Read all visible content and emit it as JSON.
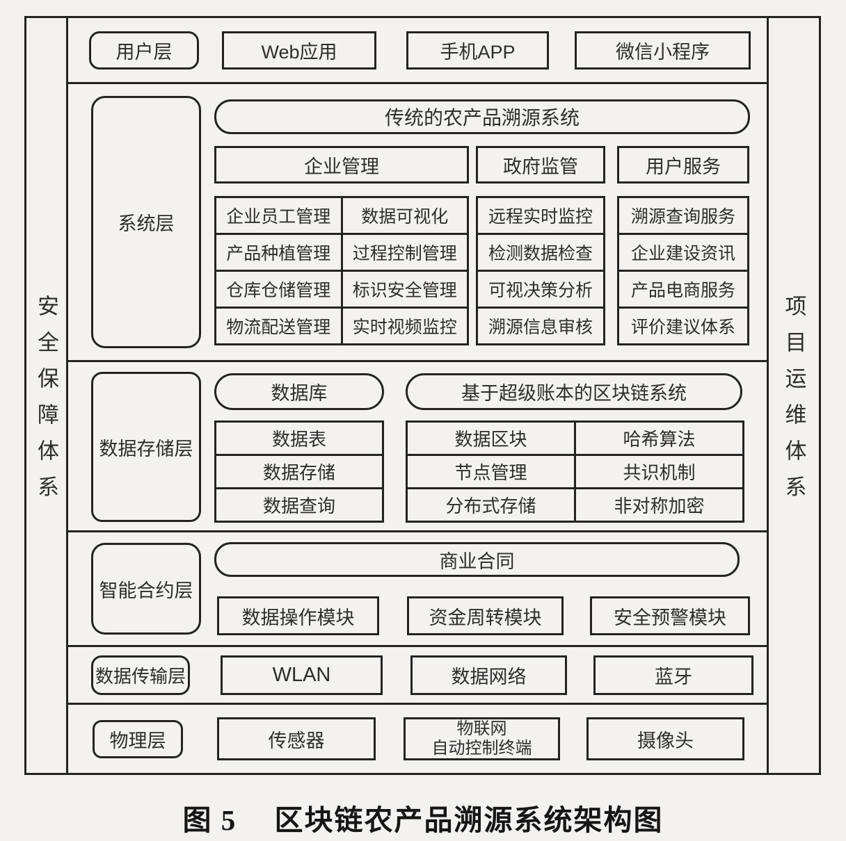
{
  "colors": {
    "background": "#f3f2f0",
    "line": "#232323",
    "text": "#2d2d2d"
  },
  "side_rails": {
    "left_label": "安全保障体系",
    "right_label": "项目运维体系"
  },
  "user_layer": {
    "label": "用户层",
    "items": [
      "Web应用",
      "手机APP",
      "微信小程序"
    ]
  },
  "system_layer": {
    "label": "系统层",
    "banner": "传统的农产品溯源系统",
    "enterprise": {
      "header": "企业管理",
      "rows": [
        [
          "企业员工管理",
          "数据可视化"
        ],
        [
          "产品种植管理",
          "过程控制管理"
        ],
        [
          "仓库仓储管理",
          "标识安全管理"
        ],
        [
          "物流配送管理",
          "实时视频监控"
        ]
      ]
    },
    "government": {
      "header": "政府监管",
      "rows": [
        "远程实时监控",
        "检测数据检查",
        "可视决策分析",
        "溯源信息审核"
      ]
    },
    "user_service": {
      "header": "用户服务",
      "rows": [
        "溯源查询服务",
        "企业建设资讯",
        "产品电商服务",
        "评价建议体系"
      ]
    }
  },
  "storage_layer": {
    "label": "数据存储层",
    "database_banner": "数据库",
    "blockchain_banner": "基于超级账本的区块链系统",
    "database_rows": [
      "数据表",
      "数据存储",
      "数据查询"
    ],
    "blockchain_rows": [
      [
        "数据区块",
        "哈希算法"
      ],
      [
        "节点管理",
        "共识机制"
      ],
      [
        "分布式存储",
        "非对称加密"
      ]
    ]
  },
  "contract_layer": {
    "label": "智能合约层",
    "banner": "商业合同",
    "modules": [
      "数据操作模块",
      "资金周转模块",
      "安全预警模块"
    ]
  },
  "transport_layer": {
    "label": "数据传输层",
    "items": [
      "WLAN",
      "数据网络",
      "蓝牙"
    ]
  },
  "physical_layer": {
    "label": "物理层",
    "items": [
      {
        "lines": [
          "传感器"
        ]
      },
      {
        "lines": [
          "物联网",
          "自动控制终端"
        ]
      },
      {
        "lines": [
          "摄像头"
        ]
      }
    ]
  },
  "caption": {
    "figure_no": "图 5",
    "title": "区块链农产品溯源系统架构图"
  }
}
